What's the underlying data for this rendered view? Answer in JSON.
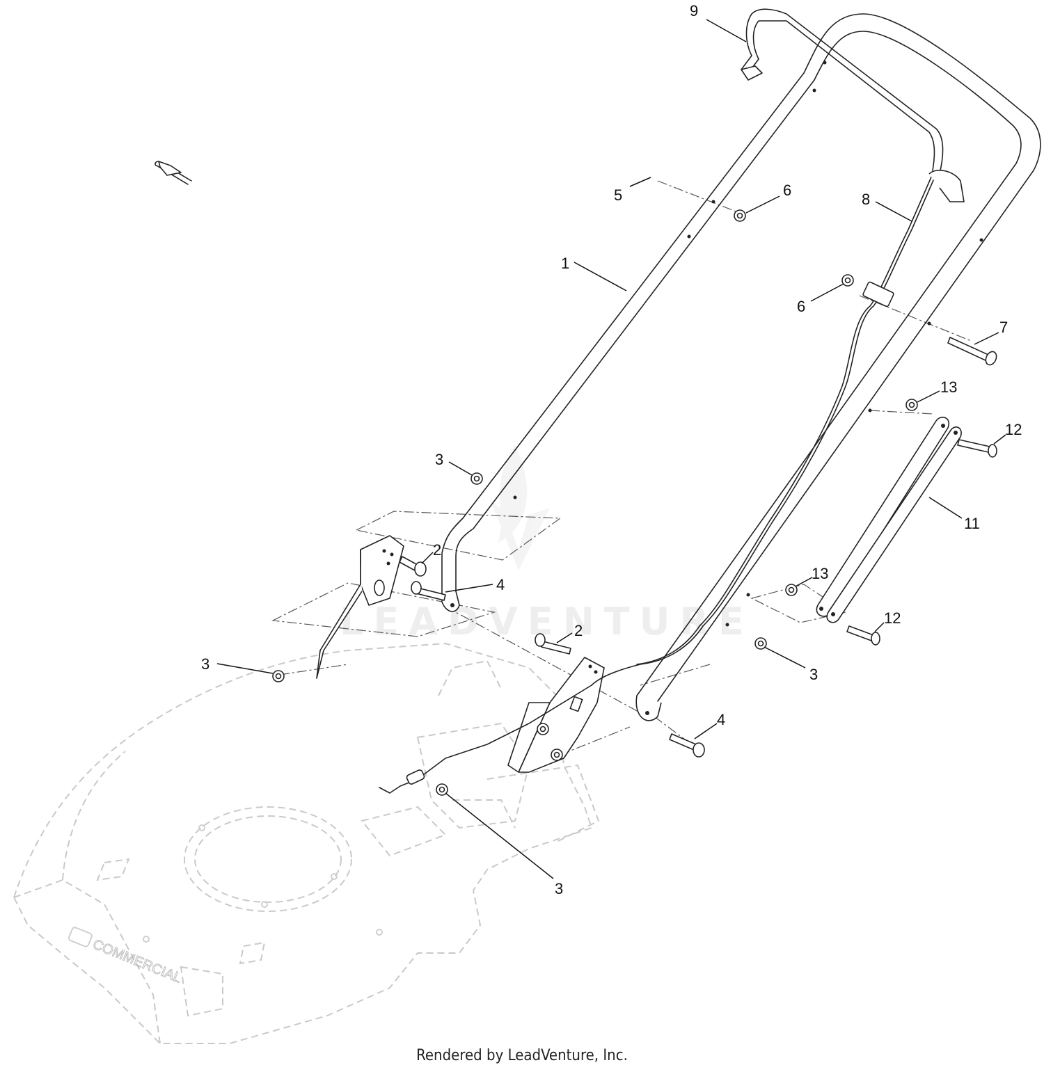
{
  "footer": {
    "text": "Rendered by LeadVenture, Inc."
  },
  "watermark": {
    "text": "LEADVENTURE"
  },
  "deck_logo": {
    "text": "COMMERCIAL"
  },
  "callouts": [
    {
      "id": "c1",
      "label": "1"
    },
    {
      "id": "c2a",
      "label": "2"
    },
    {
      "id": "c2b",
      "label": "2"
    },
    {
      "id": "c3a",
      "label": "3"
    },
    {
      "id": "c3b",
      "label": "3"
    },
    {
      "id": "c3c",
      "label": "3"
    },
    {
      "id": "c3d",
      "label": "3"
    },
    {
      "id": "c4a",
      "label": "4"
    },
    {
      "id": "c4b",
      "label": "4"
    },
    {
      "id": "c5",
      "label": "5"
    },
    {
      "id": "c6a",
      "label": "6"
    },
    {
      "id": "c6b",
      "label": "6"
    },
    {
      "id": "c7",
      "label": "7"
    },
    {
      "id": "c8",
      "label": "8"
    },
    {
      "id": "c9",
      "label": "9"
    },
    {
      "id": "c11",
      "label": "11"
    },
    {
      "id": "c12a",
      "label": "12"
    },
    {
      "id": "c12b",
      "label": "12"
    },
    {
      "id": "c13a",
      "label": "13"
    },
    {
      "id": "c13b",
      "label": "13"
    }
  ]
}
